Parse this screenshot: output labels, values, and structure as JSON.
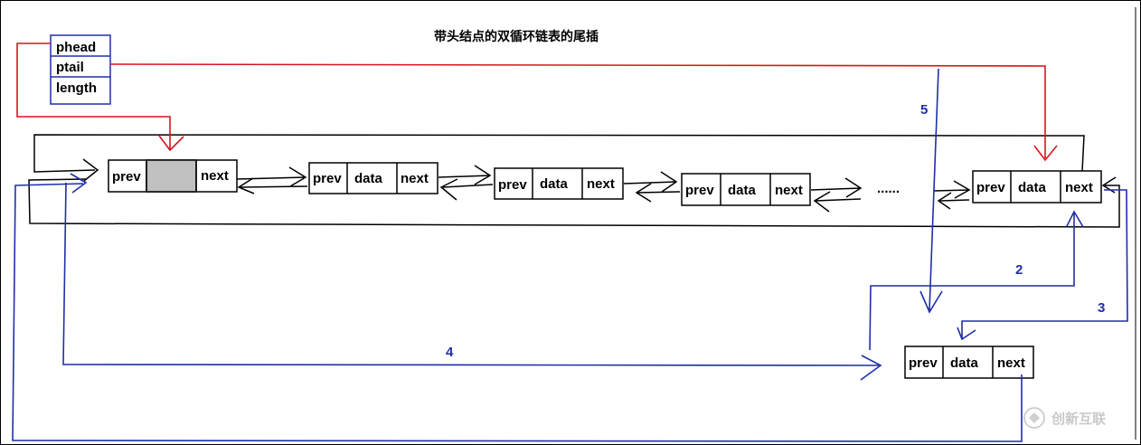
{
  "title": "带头结点的双循环链表的尾插",
  "struct_fields": [
    "phead",
    "ptail",
    "length"
  ],
  "nodes": [
    {
      "prev": "prev",
      "data": "",
      "next": "next"
    },
    {
      "prev": "prev",
      "data": "data",
      "next": "next"
    },
    {
      "prev": "prev",
      "data": "data",
      "next": "next"
    },
    {
      "prev": "prev",
      "data": "data",
      "next": "next"
    },
    {
      "prev": "prev",
      "data": "data",
      "next": "next"
    }
  ],
  "ellipsis": "......",
  "new_node": {
    "prev": "prev",
    "data": "data",
    "next": "next"
  },
  "steps": {
    "s2": "2",
    "s3": "3",
    "s4": "4",
    "s5": "5"
  },
  "watermark": "创新互联",
  "colors": {
    "pointer_red": "#d8141d",
    "step_blue": "#1f2fa8",
    "head_data_fill": "#c0c0c0"
  }
}
